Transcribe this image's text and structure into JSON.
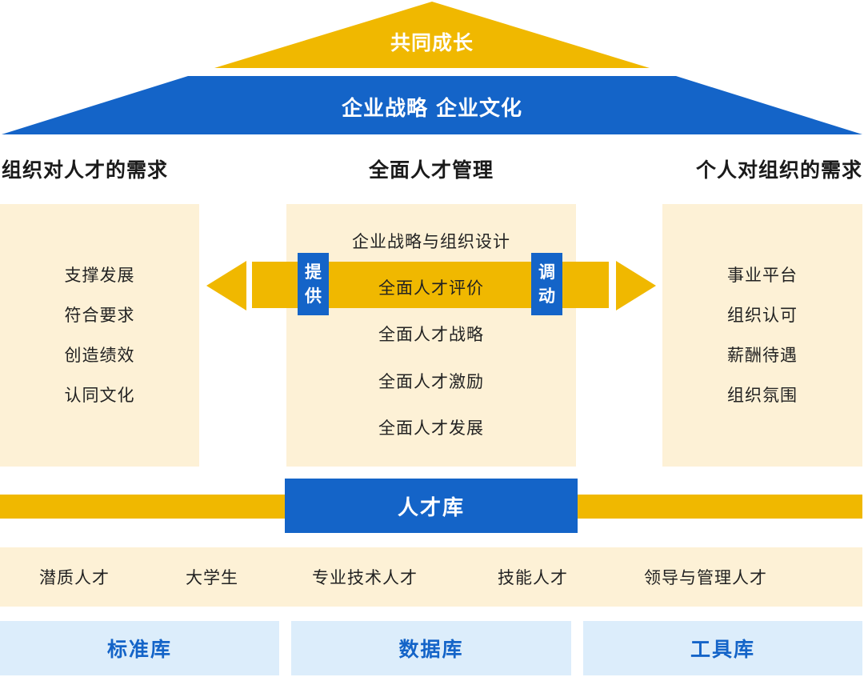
{
  "colors": {
    "gold": "#f0b800",
    "blue": "#1464c8",
    "panel": "#fdf1d6",
    "base": "#dcedfb"
  },
  "roof": {
    "top_label": "共同成长",
    "mid_label": "企业战略 企业文化"
  },
  "columns": {
    "left": {
      "heading": "组织对人才的需求",
      "items": [
        "支撑发展",
        "符合要求",
        "创造绩效",
        "认同文化"
      ]
    },
    "center": {
      "heading": "全面人才管理",
      "items": [
        "企业战略与组织设计",
        "全面人才评价",
        "全面人才战略",
        "全面人才激励",
        "全面人才发展"
      ]
    },
    "right": {
      "heading": "个人对组织的需求",
      "items": [
        "事业平台",
        "组织认可",
        "薪酬待遇",
        "组织氛围"
      ]
    }
  },
  "arrow_labels": {
    "left": [
      "提",
      "供"
    ],
    "right": [
      "调",
      "动"
    ]
  },
  "talent_pool": {
    "label": "人才库",
    "categories": [
      "潜质人才",
      "大学生",
      "专业技术人才",
      "技能人才",
      "领导与管理人才"
    ]
  },
  "foundation": [
    "标准库",
    "数据库",
    "工具库"
  ]
}
